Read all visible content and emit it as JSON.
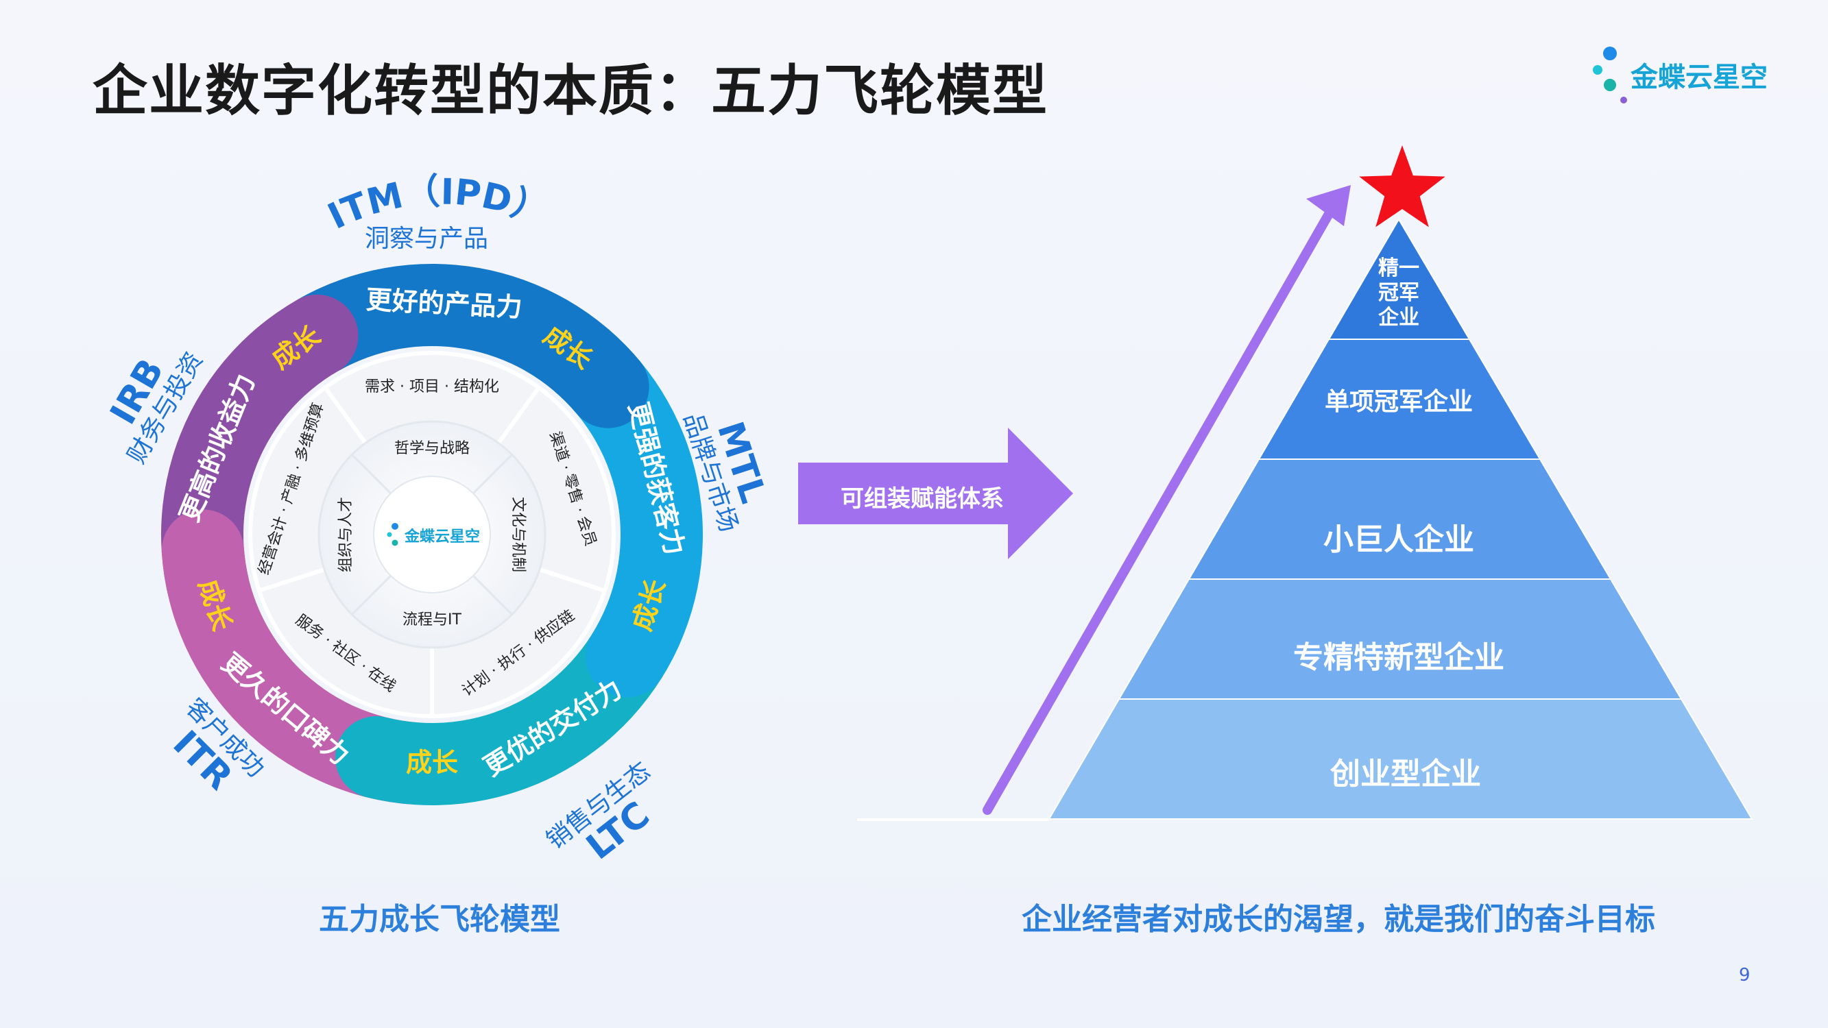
{
  "title": "企业数字化转型的本质：五力飞轮模型",
  "logo": {
    "text": "金蝶云星空"
  },
  "page_number": "9",
  "flywheel": {
    "center_logo": "金蝶云星空",
    "outer_labels": [
      {
        "code": "ITM（IPD）",
        "desc": "洞察与产品"
      },
      {
        "code": "MTL",
        "desc": "品牌与市场"
      },
      {
        "code": "LTC",
        "desc": "销售与生态"
      },
      {
        "code": "ITR",
        "desc": "客户成功"
      },
      {
        "code": "IRB",
        "desc": "财务与投资"
      }
    ],
    "segments": [
      {
        "name": "更好的产品力",
        "tag": "成长",
        "color": "#1478c8"
      },
      {
        "name": "更强的获客力",
        "tag": "成长",
        "color": "#15a8e2"
      },
      {
        "name": "更优的交付力",
        "tag": "成长",
        "color": "#14b1c6"
      },
      {
        "name": "更久的口碑力",
        "tag": "成长",
        "color": "#c062ad"
      },
      {
        "name": "更高的收益力",
        "tag": "成长",
        "color": "#8c4fa6"
      }
    ],
    "inner_ring": [
      "需求 · 项目 · 结构化",
      "渠道 · 零售 · 会员",
      "计划 · 执行 · 供应链",
      "服务 · 社区 · 在线",
      "经营会计 · 产融 · 多维预算"
    ],
    "core_ring": [
      "哲学与战略",
      "文化与机制",
      "流程与IT",
      "组织与人才"
    ],
    "tag_color": "#ffd319"
  },
  "arrow_label": "可组装赋能体系",
  "pyramid": {
    "levels": [
      "精一冠军企业",
      "单项冠军企业",
      "小巨人企业",
      "专精特新型企业",
      "创业型企业"
    ],
    "top_lines": [
      "精一",
      "冠军",
      "企业"
    ]
  },
  "captions": {
    "left": "五力成长飞轮模型",
    "right": "企业经营者对成长的渴望，就是我们的奋斗目标"
  }
}
